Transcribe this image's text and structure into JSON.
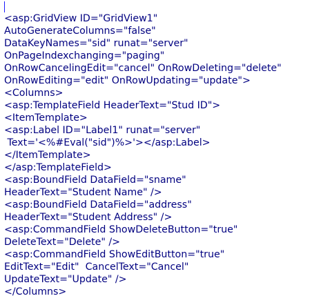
{
  "editor": {
    "text_color": "#000080",
    "caret_color": "#1a1aff",
    "lines": [
      "<asp:GridView ID=\"GridView1\"",
      "AutoGenerateColumns=\"false\"",
      "DataKeyNames=\"sid\" runat=\"server\"",
      "OnPageIndexchanging=\"paging\"",
      "OnRowCancelingEdit=\"cancel\" OnRowDeleting=\"delete\"",
      "OnRowEditing=\"edit\" OnRowUpdating=\"update\">",
      "<Columns>",
      "<asp:TemplateField HeaderText=\"Stud ID\">",
      "<ItemTemplate>",
      "<asp:Label ID=\"Label1\" runat=\"server\"",
      " Text='<%#Eval(\"sid\")%>'></asp:Label>",
      "</ItemTemplate>",
      "</asp:TemplateField>",
      "<asp:BoundField DataField=\"sname\"",
      "HeaderText=\"Student Name\" />",
      "<asp:BoundField DataField=\"address\"",
      "HeaderText=\"Student Address\" />",
      "<asp:CommandField ShowDeleteButton=\"true\"",
      "DeleteText=\"Delete\" />",
      "<asp:CommandField ShowEditButton=\"true\"",
      "EditText=\"Edit\"  CancelText=\"Cancel\"",
      "UpdateText=\"Update\" />",
      "</Columns>"
    ]
  }
}
